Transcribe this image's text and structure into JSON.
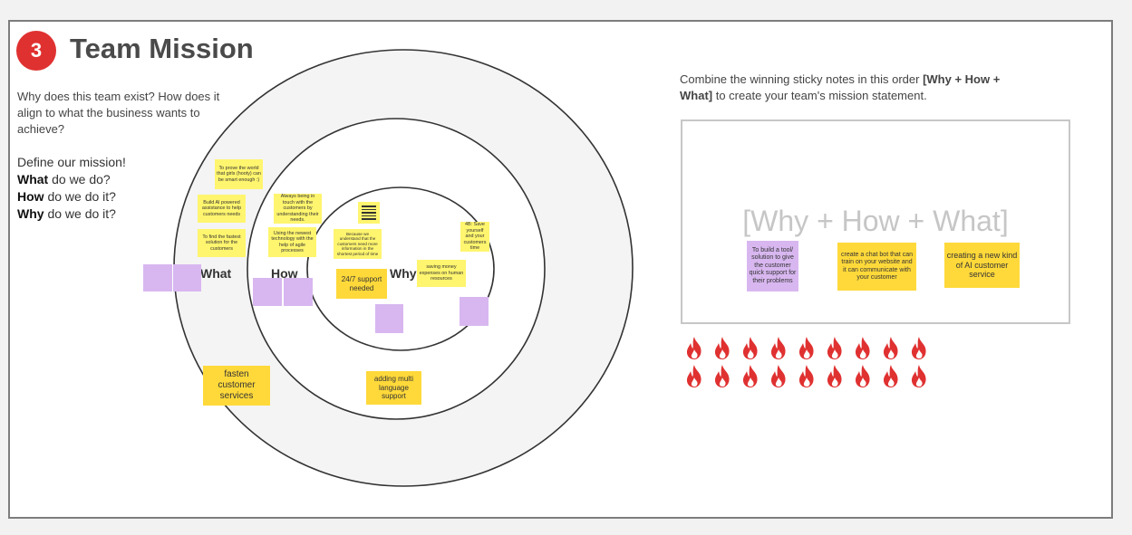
{
  "section": {
    "number": "3",
    "title": "Team Mission",
    "question": "Why does this team exist? How does it align to what the business wants to achieve?",
    "define_intro": "Define our mission!",
    "prompts": [
      {
        "bold": "What",
        "rest": " do we do?"
      },
      {
        "bold": "How",
        "rest": " do we do it?"
      },
      {
        "bold": "Why",
        "rest": " do we do it?"
      }
    ]
  },
  "rings": {
    "what_label": "What",
    "how_label": "How",
    "why_label": "Why"
  },
  "notes": {
    "prove_world": "To prove the world that girls (hooty) can be smart enough :)",
    "build_ai": "Build AI powered assistance to help customers needs",
    "fastest_solution": "To find the fastest solution for the customers",
    "always_touch": "Always being in touch with the customers by understanding their needs.",
    "newest_tech": "Using the newest technology with the help of agile processes",
    "because_we": "Because we understand that the customers need more information in the shortest period of time",
    "support_247": "24/7 support needed",
    "saving_money": "saving money expenses on human resources",
    "time_4b": "4B: Save yourself and your customers time",
    "fasten": "fasten customer services",
    "multi_language": "adding multi language support"
  },
  "right": {
    "combine_pre": "Combine the winning sticky notes in this order ",
    "combine_order": "[Why + How + What]",
    "combine_post": " to create your team's mission statement.",
    "placeholder": "[Why + How + What]",
    "note1": "To build a tool/ solution to give the customer quick support for their problems",
    "note2": "create a chat bot that can train on your website and it can communicate with your customer",
    "note3": "creating a new kind of AI customer service"
  },
  "colors": {
    "badge": "#e03131",
    "sticky_yellow": "#fff56e",
    "sticky_orange": "#ffd93a",
    "sticky_purple": "#d8b7f0",
    "flame": "#e03131"
  },
  "icons": {
    "vote": "flame-icon",
    "vote_count": 18
  }
}
